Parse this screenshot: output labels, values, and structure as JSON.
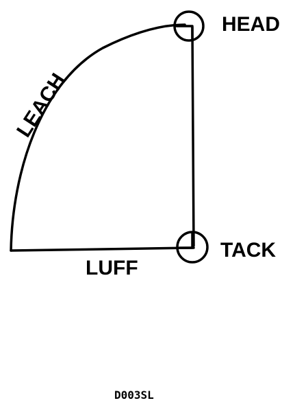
{
  "diagram": {
    "labels": {
      "head": "HEAD",
      "tack": "TACK",
      "leach": "LEACH",
      "luff": "LUFF"
    },
    "figure_code": "D003SL"
  }
}
